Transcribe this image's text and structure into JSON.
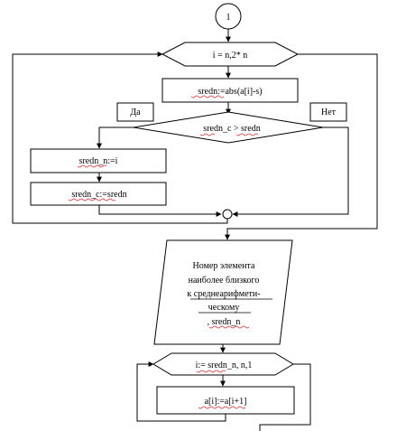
{
  "diagram": {
    "connector_label": "1",
    "loop1_header": "i = n,2* n",
    "process1": "sredn:=abs(a[i]-s)",
    "decision": "sredn_c > sredn",
    "branch_yes": "Да",
    "branch_no": "Нет",
    "process_yes1": "sredn_n:=i",
    "process_yes2": "sredn_c:=sredn",
    "output_lines": [
      "Номер элемента",
      "наиболее близкого",
      "к среднеарифмети-",
      "ческому",
      ", sredn_n"
    ],
    "loop2_header": "i:= sredn_n, n,1",
    "process_loop2": "a[i]:=a[i+1]"
  }
}
